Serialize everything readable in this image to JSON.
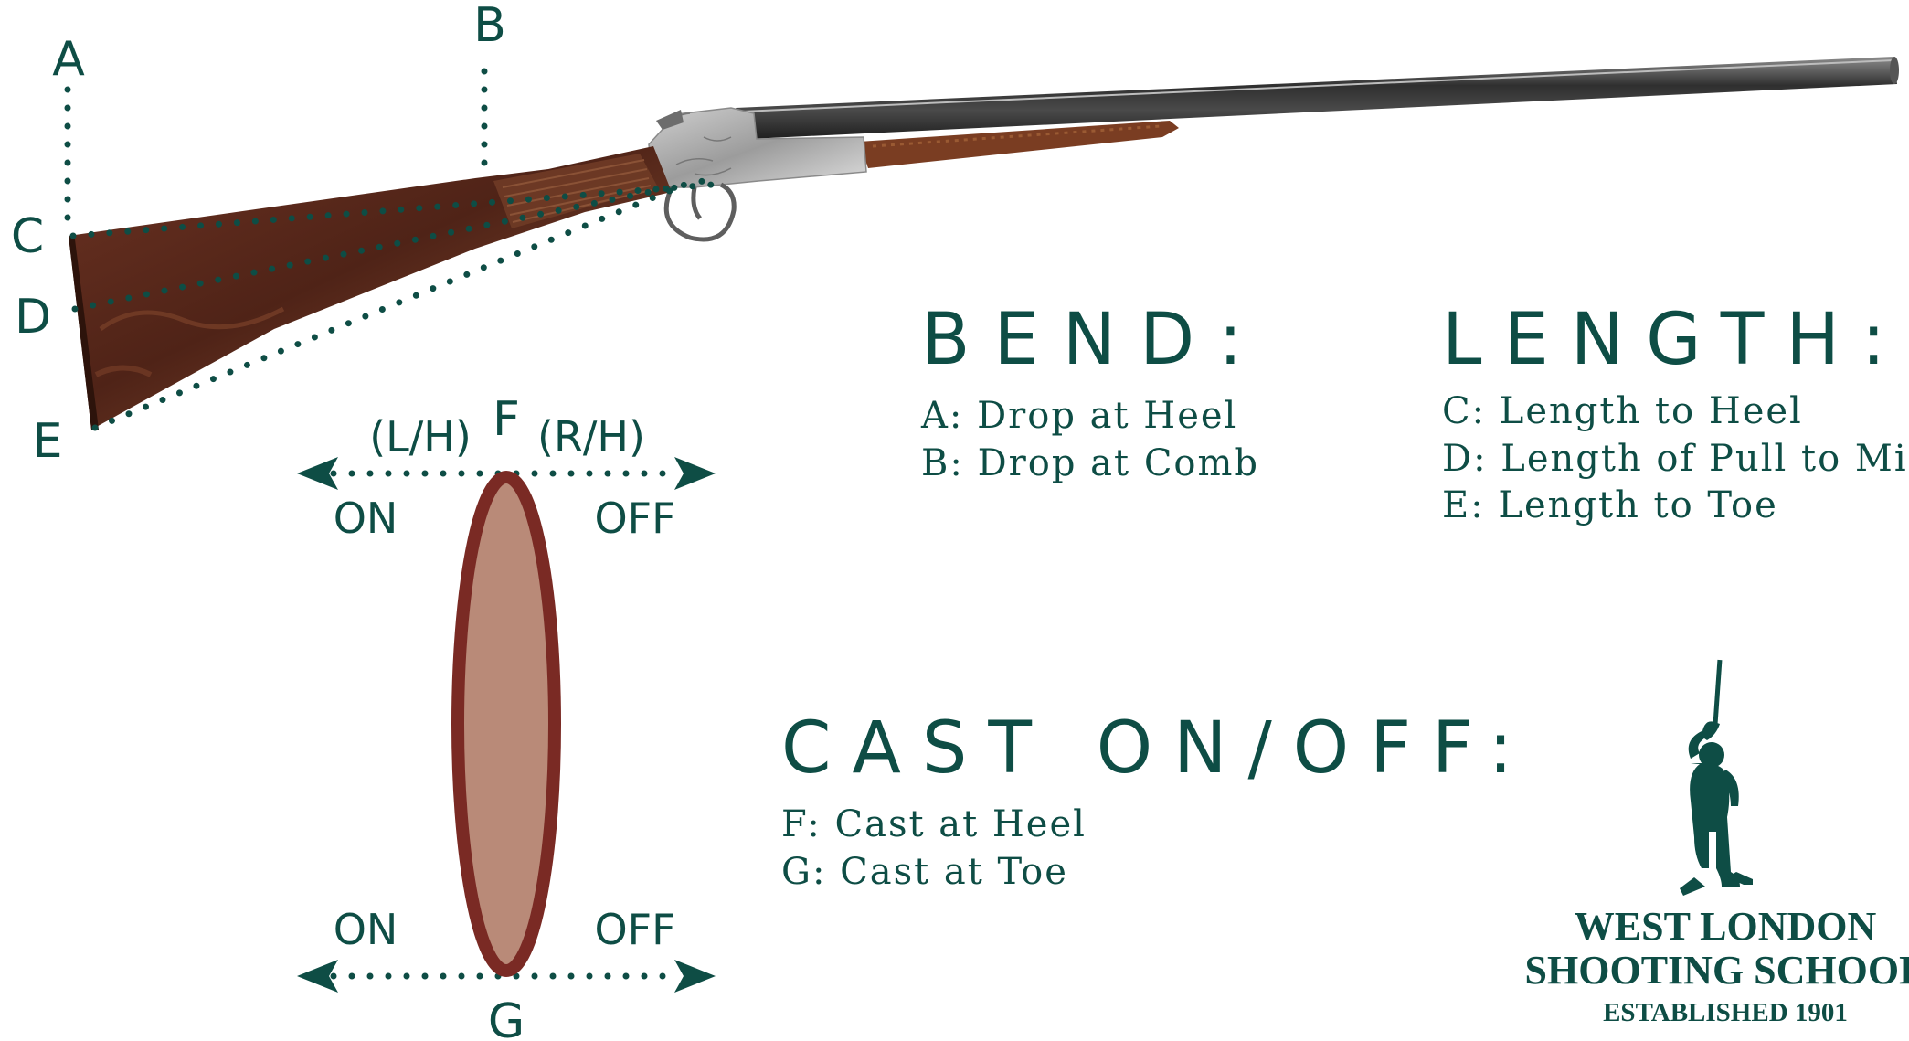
{
  "markers": {
    "a": "A",
    "b": "B",
    "c": "C",
    "d": "D",
    "e": "E",
    "f": "F",
    "g": "G"
  },
  "cast_diagram": {
    "left_hand": "(L/H)",
    "right_hand": "(R/H)",
    "top_on": "ON",
    "top_off": "OFF",
    "bottom_on": "ON",
    "bottom_off": "OFF"
  },
  "bend": {
    "heading": "BEND:",
    "items": [
      "A: Drop at Heel",
      "B: Drop at Comb"
    ]
  },
  "length": {
    "heading": "LENGTH:",
    "items": [
      "C: Length to Heel",
      "D: Length of Pull to Mid",
      "E: Length to Toe"
    ]
  },
  "cast": {
    "heading": "CAST ON/OFF:",
    "items": [
      "F: Cast at Heel",
      "G: Cast at Toe"
    ]
  },
  "logo": {
    "line1": "WEST LONDON",
    "line2": "SHOOTING SCHOOL",
    "line3": "ESTABLISHED 1901"
  },
  "colors": {
    "brand_green": "#0e4d45",
    "stock_wood": "#5a2a1c",
    "oval_outline": "#7a2a24",
    "oval_fill": "#b98a78"
  }
}
